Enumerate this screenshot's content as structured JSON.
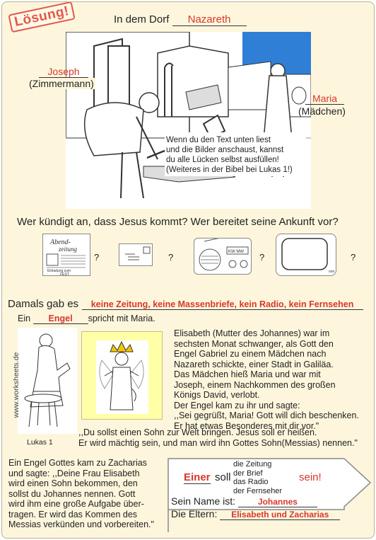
{
  "stamp": "Lösung!",
  "header": {
    "prefix": "In dem Dorf",
    "answer": "Nazareth"
  },
  "joseph": {
    "answer": "Joseph",
    "role": "(Zimmermann)"
  },
  "maria": {
    "answer": "Maria",
    "role": "(Mädchen)"
  },
  "hint": {
    "line1": "Wenn du den Text unten liest",
    "line2": "und die Bilder anschaust, kannst",
    "line3": "du alle Lücken selbst ausfüllen!",
    "line4": "(Weiteres in der Bibel bei Lukas 1!)"
  },
  "question": "Wer kündigt an, dass Jesus kommt? Wer bereitet seine Ankunft vor?",
  "icons": {
    "newspaper_title": "Abend-\nzeitung",
    "newspaper_foot": "Einladung zum\nFEST",
    "radio_label": "KW MW",
    "tv_label": "ooo",
    "q": "?"
  },
  "damals": {
    "prefix": "Damals gab es",
    "answer": "keine Zeitung, keine Massenbriefe, kein Radio, kein Fernsehen"
  },
  "ein": {
    "prefix": "Ein",
    "answer": "Engel",
    "suffix": "spricht mit Maria."
  },
  "caption_lukas": "Lukas 1",
  "watermark": "www.worksheets.de",
  "story": [
    "Elisabeth (Mutter des Johannes) war im",
    "sechsten Monat schwanger, als Gott den",
    "Engel Gabriel zu einem Mädchen nach",
    "Nazareth schickte, einer Stadt in Galiläa.",
    "Das Mädchen hieß Maria und war mit",
    "Joseph, einem Nachkommen des großen",
    "Königs David, verlobt.",
    "Der Engel kam zu ihr und sagte:",
    ",,Sei gegrüßt, Maria! Gott will dich beschenken.",
    "Er hat etwas Besonderes mit dir vor.\""
  ],
  "story2": [
    ",,Du sollst einen Sohn zur Welt bringen. Jesus soll er heißen.",
    "Er wird mächtig sein, und man wird ihn Gottes Sohn(Messias) nennen.\""
  ],
  "bottom_left": [
    "Ein Engel Gottes kam zu Zacharias",
    "und sagte: ,,Deine Frau Elisabeth",
    "wird einen Sohn bekommen, den",
    "sollst du Johannes nennen. Gott",
    "wird ihm eine große Aufgabe über-",
    "tragen. Er wird das Kommen des",
    "Messias verkünden und vorbereiten.\""
  ],
  "sign": {
    "einer": "Einer",
    "soll": "soll",
    "options": [
      "die Zeitung",
      "der Brief",
      "das Radio",
      "der Fernseher"
    ],
    "sein": "sein!",
    "name_label": "Sein Name ist:",
    "name_answer": "Johannes",
    "eltern_label": "Die Eltern:",
    "eltern_answer": "Elisabeth und Zacharias"
  }
}
